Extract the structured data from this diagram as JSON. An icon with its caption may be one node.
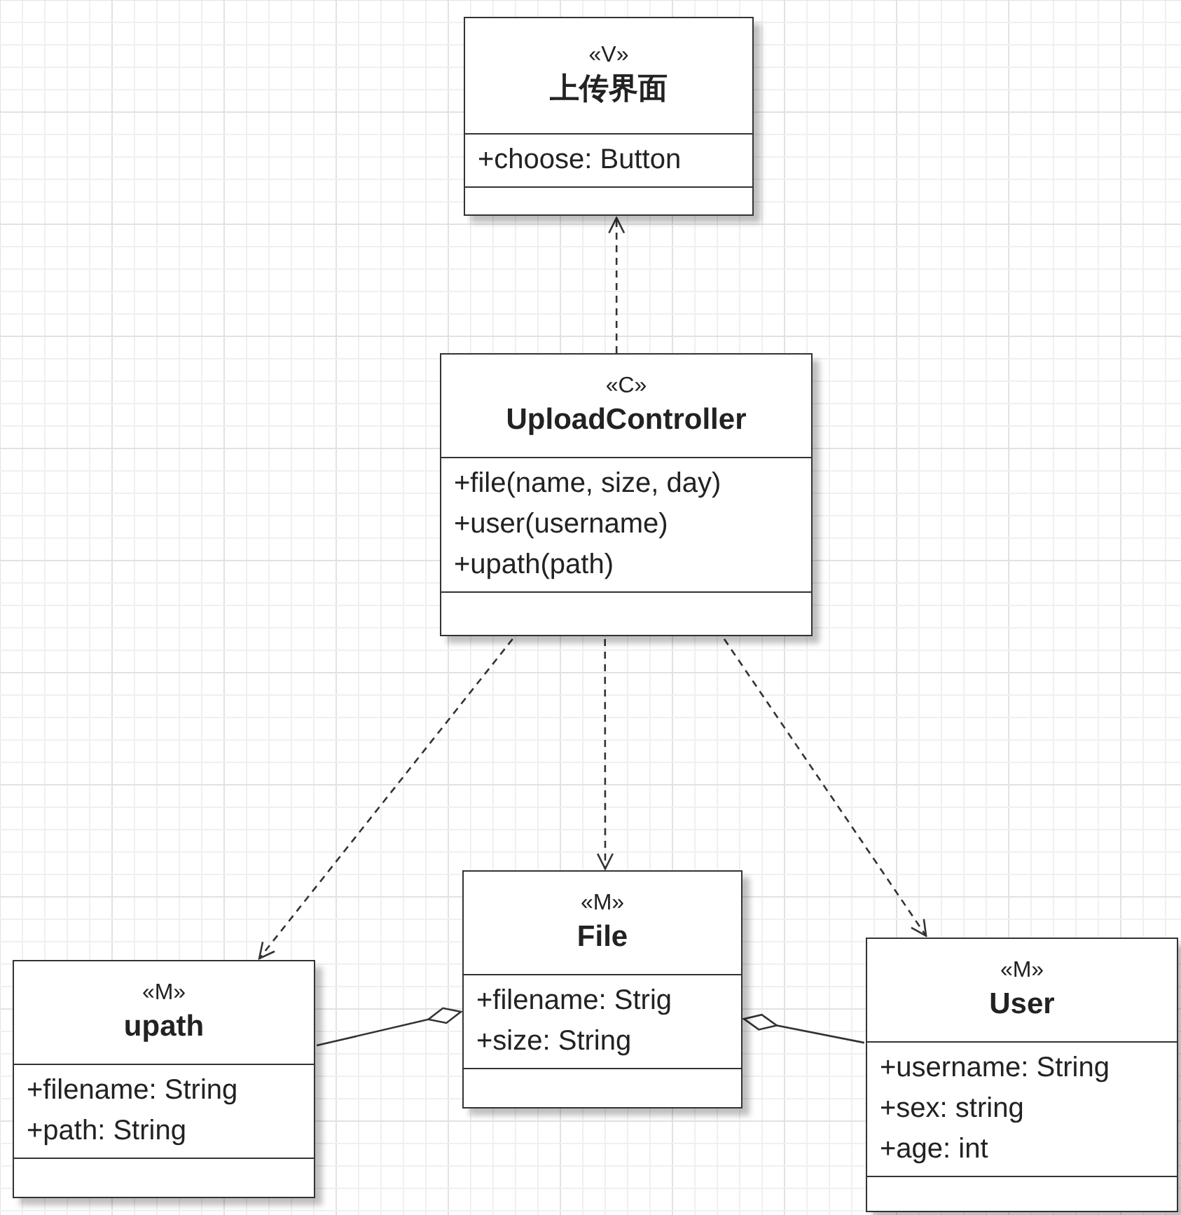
{
  "diagram": {
    "nodes": [
      {
        "text": [
          "«V»",
          "上传界面",
          "+choose: Button"
        ]
      },
      {
        "text": [
          "«C»",
          "UploadController",
          "+file(name, size, day)",
          "+user(username)",
          "+upath(path)"
        ]
      },
      {
        "text": [
          "«M»",
          "upath",
          "+filename: String",
          "+path: String"
        ]
      },
      {
        "text": [
          "«M»",
          "File",
          "+filename: Strig",
          "+size: String"
        ]
      },
      {
        "text": [
          "«M»",
          "User",
          "+username: String",
          "+sex: string",
          "+age: int"
        ]
      }
    ],
    "edges": [
      {
        "from": 1,
        "to": 0,
        "arrow": "to",
        "style": "dashed"
      },
      {
        "from": 1,
        "to": 2,
        "arrow": "to",
        "style": "dashed"
      },
      {
        "from": 1,
        "to": 3,
        "arrow": "to",
        "style": "dashed"
      },
      {
        "from": 1,
        "to": 4,
        "arrow": "to",
        "style": "dashed"
      },
      {
        "from": 2,
        "to": 3,
        "arrow": "other"
      },
      {
        "from": 4,
        "to": 3,
        "arrow": "other"
      }
    ]
  }
}
